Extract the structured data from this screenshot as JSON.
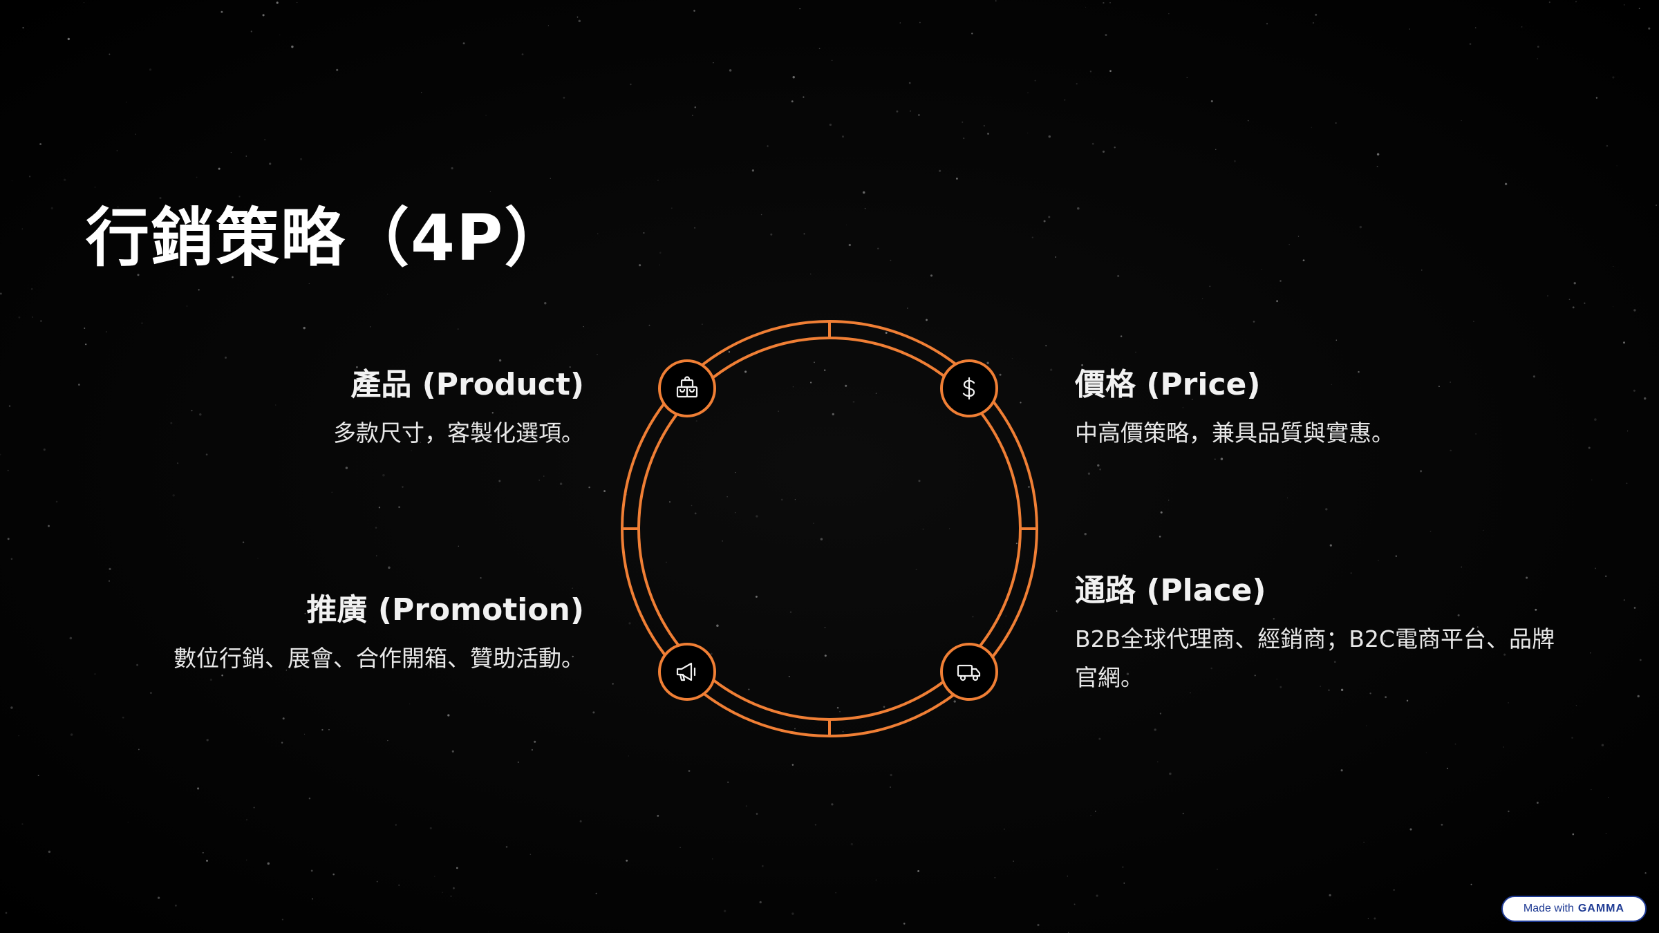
{
  "slide": {
    "title": "行銷策略（4P）"
  },
  "items": {
    "product": {
      "heading": "產品 (Product)",
      "description": "多款尺寸，客製化選項。",
      "icon": "shopping-bags-icon"
    },
    "price": {
      "heading": "價格 (Price)",
      "description": "中高價策略，兼具品質與實惠。",
      "icon": "dollar-icon"
    },
    "promotion": {
      "heading": "推廣 (Promotion)",
      "description": "數位行銷、展會、合作開箱、贊助活動。",
      "icon": "megaphone-icon"
    },
    "place": {
      "heading": "通路 (Place)",
      "description": "B2B全球代理商、經銷商；B2C電商平台、品牌官網。",
      "icon": "truck-icon"
    }
  },
  "badge": {
    "prefix": "Made with",
    "brand": "GAMMA"
  },
  "colors": {
    "background": "#000000",
    "accent": "#f07f35",
    "text": "#f2f2f2",
    "badge_border": "#1f3b94"
  }
}
